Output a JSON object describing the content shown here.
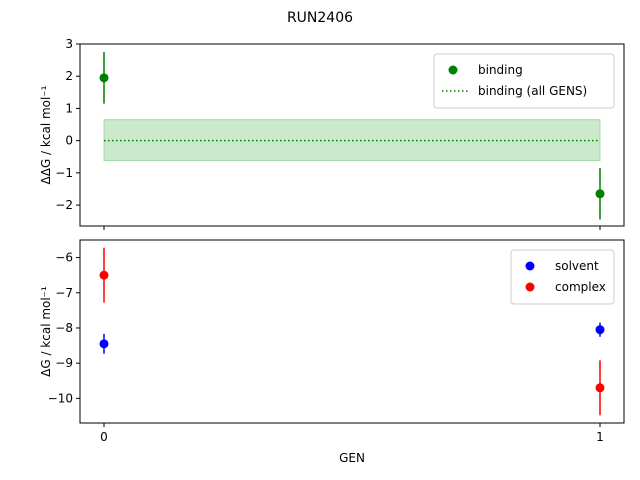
{
  "chart_data": {
    "type": "scatter",
    "title": "RUN2406",
    "xlabel": "GEN",
    "x_ticks": [
      "0",
      "1"
    ],
    "panels": [
      {
        "ylabel": "ΔΔG / kcal mol⁻¹",
        "ylim": [
          -2.65,
          3.0
        ],
        "yticks": [
          "3",
          "2",
          "1",
          "0",
          "−1",
          "−2"
        ],
        "ytick_values": [
          3,
          2,
          1,
          0,
          -1,
          -2
        ],
        "legend": "top-right",
        "series": [
          {
            "name": "binding",
            "kind": "points",
            "color": "#008000",
            "x": [
              0,
              1
            ],
            "y": [
              1.95,
              -1.65
            ],
            "err": [
              0.8,
              0.8
            ]
          },
          {
            "name": "binding (all GENS)",
            "kind": "hline",
            "style": "dotted",
            "color": "#008000",
            "y": 0.0,
            "band": [
              -0.62,
              0.65
            ],
            "band_color": "#7dc87d"
          }
        ]
      },
      {
        "ylabel": "ΔG / kcal mol⁻¹",
        "ylim": [
          -10.7,
          -5.5
        ],
        "yticks": [
          "−6",
          "−7",
          "−8",
          "−9",
          "−10"
        ],
        "ytick_values": [
          -6,
          -7,
          -8,
          -9,
          -10
        ],
        "legend": "top-right",
        "series": [
          {
            "name": "solvent",
            "kind": "points",
            "color": "#0000ff",
            "x": [
              0,
              1
            ],
            "y": [
              -8.45,
              -8.05
            ],
            "err": [
              0.28,
              0.2
            ]
          },
          {
            "name": "complex",
            "kind": "points",
            "color": "#ff0000",
            "x": [
              0,
              1
            ],
            "y": [
              -6.5,
              -9.7
            ],
            "err": [
              0.78,
              0.78
            ]
          }
        ]
      }
    ]
  }
}
